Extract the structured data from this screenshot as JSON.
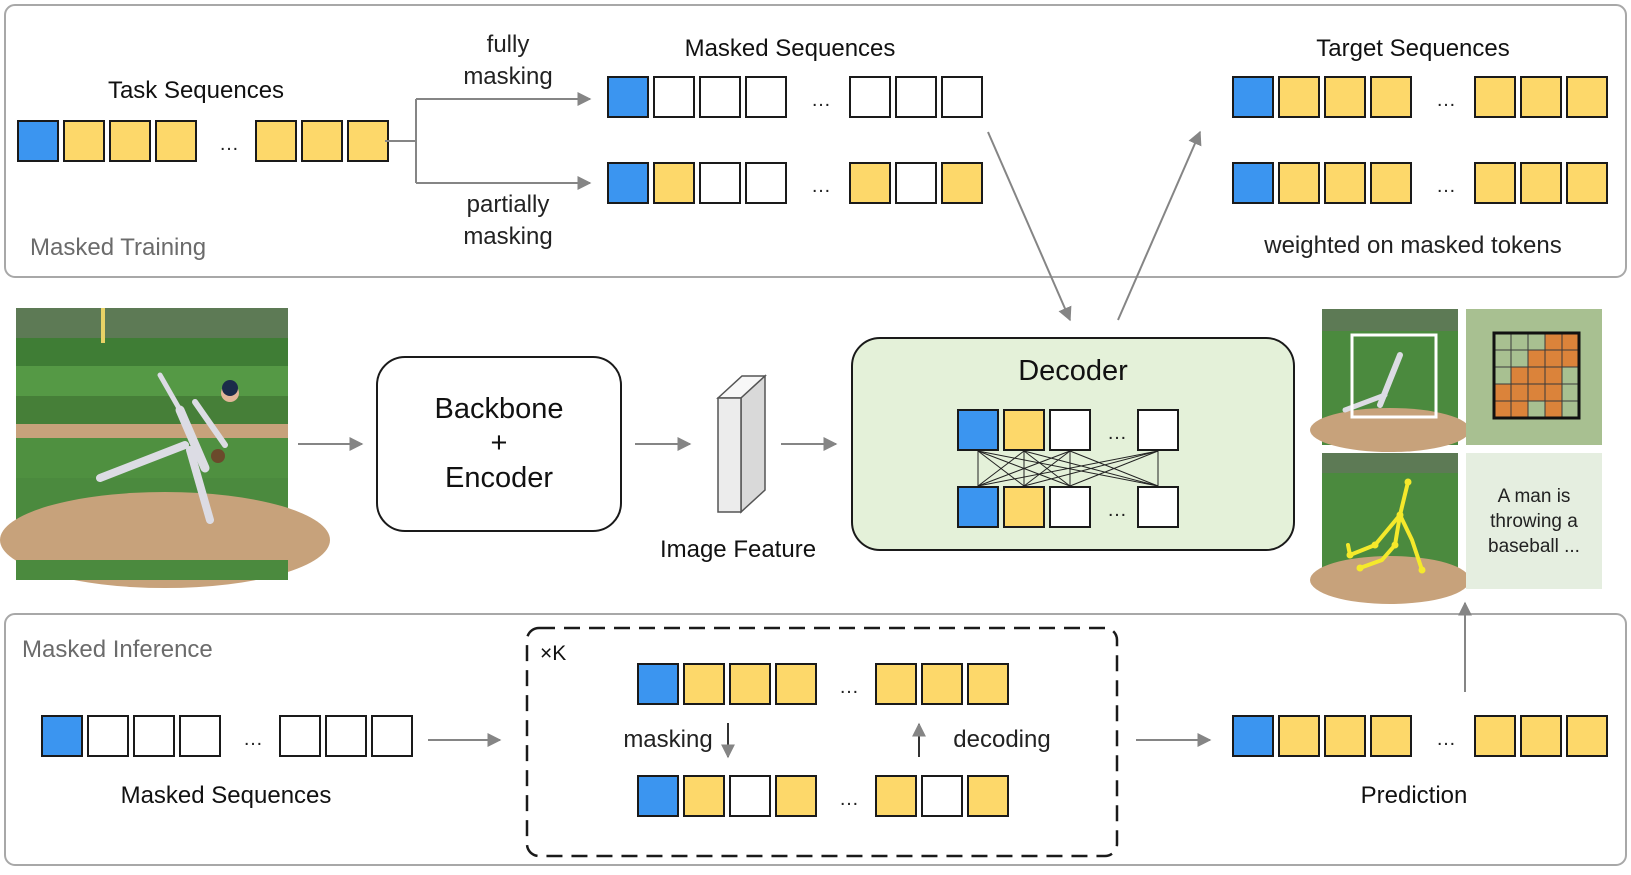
{
  "colors": {
    "blue": "#3b95f0",
    "yellow": "#fdd86a",
    "white": "#ffffff",
    "outline": "#1a1a1a",
    "panel_border": "#a8a8a8",
    "arrow": "#858585",
    "decoder_fill": "#e4f1d9",
    "label_gray": "#6b6b6b",
    "image_sky": "#5d7a55",
    "image_grass": "#4b8a3e",
    "image_dirt": "#c7a27b"
  },
  "ellipsis": "…",
  "top_panel": {
    "label": "Masked Training",
    "task_sequences": "Task Sequences",
    "fully": "fully",
    "masking_1": "masking",
    "partially": "partially",
    "masking_2": "masking",
    "masked_sequences": "Masked Sequences",
    "target_sequences": "Target Sequences",
    "weighted_note": "weighted on masked tokens"
  },
  "middle": {
    "backbone_line1": "Backbone",
    "backbone_line2": "+",
    "backbone_line3": "Encoder",
    "image_feature": "Image Feature",
    "decoder": "Decoder",
    "caption_line1": "A man is",
    "caption_line2": "throwing a",
    "caption_line3": "baseball ..."
  },
  "bottom_panel": {
    "label": "Masked Inference",
    "loop": "×K",
    "masking": "masking",
    "decoding": "decoding",
    "masked_sequences": "Masked Sequences",
    "prediction": "Prediction"
  },
  "sequences": {
    "task": [
      "B",
      "Y",
      "Y",
      "Y",
      "…",
      "Y",
      "Y",
      "Y"
    ],
    "fully_masked": [
      "B",
      "W",
      "W",
      "W",
      "…",
      "W",
      "W",
      "W"
    ],
    "partial_masked": [
      "B",
      "Y",
      "W",
      "W",
      "…",
      "Y",
      "W",
      "Y"
    ],
    "target_1": [
      "B",
      "Y",
      "Y",
      "Y",
      "…",
      "Y",
      "Y",
      "Y"
    ],
    "target_2": [
      "B",
      "Y",
      "Y",
      "Y",
      "…",
      "Y",
      "Y",
      "Y"
    ],
    "inference_in": [
      "B",
      "W",
      "W",
      "W",
      "…",
      "W",
      "W",
      "W"
    ],
    "loop_top": [
      "B",
      "Y",
      "Y",
      "Y",
      "…",
      "Y",
      "Y",
      "Y"
    ],
    "loop_bottom": [
      "B",
      "Y",
      "W",
      "Y",
      "…",
      "Y",
      "W",
      "Y"
    ],
    "prediction": [
      "B",
      "Y",
      "Y",
      "Y",
      "…",
      "Y",
      "Y",
      "Y"
    ],
    "decoder_top": [
      "B",
      "Y",
      "W",
      "…",
      "W"
    ],
    "decoder_bottom": [
      "B",
      "Y",
      "W",
      "…",
      "W"
    ]
  }
}
